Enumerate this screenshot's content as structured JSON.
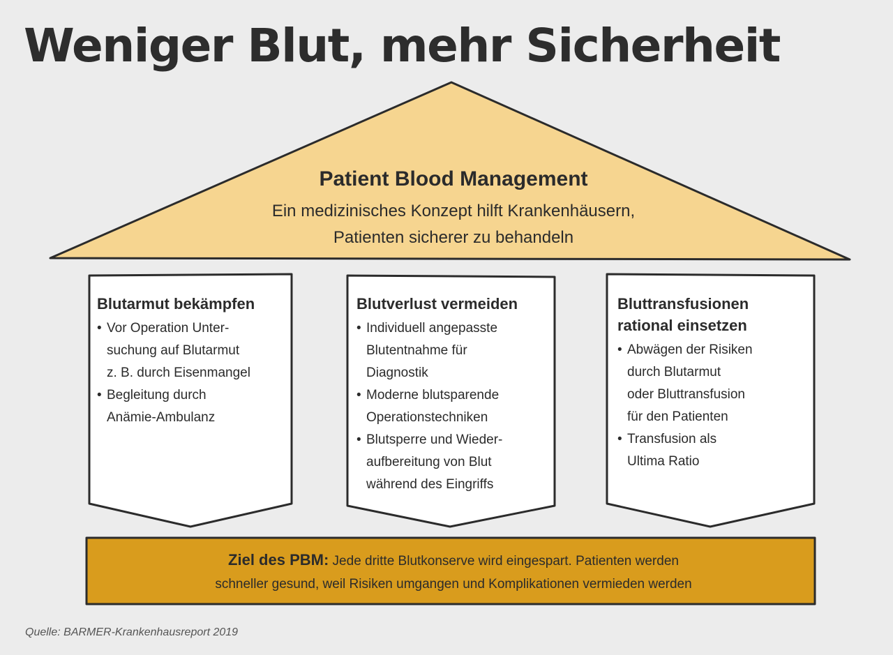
{
  "title": "Weniger Blut, mehr Sicherheit",
  "roof": {
    "title": "Patient Blood Management",
    "subtitle_line1": "Ein medizinisches Konzept hilft Krankenhäusern,",
    "subtitle_line2": "Patienten sicherer zu behandeln"
  },
  "pillars": [
    {
      "title_line1": "Blutarmut bekämpfen",
      "title_line2": "",
      "items": [
        "Vor Operation Unter-\nsuchung auf Blutarmut\nz. B. durch Eisenmangel",
        "Begleitung durch\nAnämie-Ambulanz"
      ]
    },
    {
      "title_line1": "Blutverlust vermeiden",
      "title_line2": "",
      "items": [
        "Individuell angepasste\nBlutentnahme für\nDiagnostik",
        "Moderne blutsparende\nOperationstechniken",
        "Blutsperre und Wieder-\naufbereitung von Blut\nwährend des Eingriffs"
      ]
    },
    {
      "title_line1": "Bluttransfusionen",
      "title_line2": "rational einsetzen",
      "items": [
        "Abwägen der Risiken\ndurch Blutarmut\noder Bluttransfusion\nfür den Patienten",
        "Transfusion als\nUltima Ratio"
      ]
    }
  ],
  "goal": {
    "label": "Ziel des PBM:",
    "text_line1": " Jede dritte Blutkonserve wird eingespart. Patienten werden",
    "text_line2": "schneller gesund, weil Risiken umgangen und Komplikationen vermieden werden"
  },
  "source": "Quelle: BARMER-Krankenhausreport 2019",
  "colors": {
    "background": "#ececec",
    "roof_fill": "#f6d590",
    "goal_fill": "#d99c1d",
    "pillar_fill": "#ffffff",
    "outline": "#2b2b2b"
  }
}
